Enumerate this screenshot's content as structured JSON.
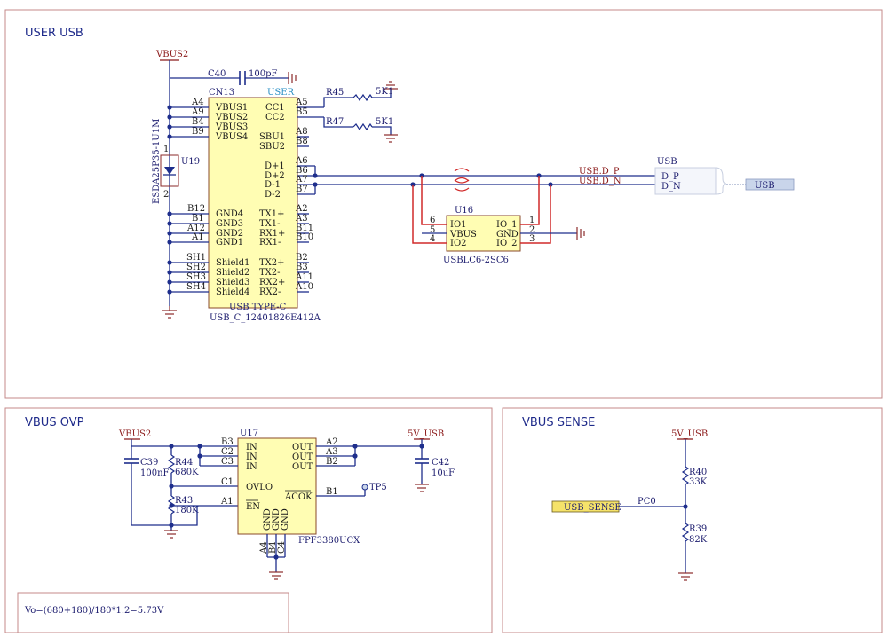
{
  "sections": {
    "user_usb": "USER USB",
    "vbus_ovp": "VBUS OVP",
    "vbus_sense": "VBUS SENSE"
  },
  "nets": {
    "vbus2_top": "VBUS2",
    "vbus2_ovp": "VBUS2",
    "v5_usb_ovp": "5V_USB",
    "v5_usb_sense": "5V_USB",
    "usb_dp": "USB.D_P",
    "usb_dn": "USB.D_N",
    "pc0": "PC0"
  },
  "ports": {
    "usb_header": "USB",
    "usb_port": "USB",
    "d_p": "D_P",
    "d_n": "D_N",
    "usb_sense": "USB_SENSE",
    "tp5": "TP5"
  },
  "cn13": {
    "ref": "CN13",
    "user": "USER",
    "value": "USB TYPE-C",
    "part": "USB_C_12401826E412A",
    "left_pins": [
      {
        "num": "A4",
        "name": "VBUS1"
      },
      {
        "num": "A9",
        "name": "VBUS2"
      },
      {
        "num": "B4",
        "name": "VBUS3"
      },
      {
        "num": "B9",
        "name": "VBUS4"
      },
      {
        "num": "B12",
        "name": "GND4"
      },
      {
        "num": "B1",
        "name": "GND3"
      },
      {
        "num": "A12",
        "name": "GND2"
      },
      {
        "num": "A1",
        "name": "GND1"
      },
      {
        "num": "SH1",
        "name": "Shield1"
      },
      {
        "num": "SH2",
        "name": "Shield2"
      },
      {
        "num": "SH3",
        "name": "Shield3"
      },
      {
        "num": "SH4",
        "name": "Shield4"
      }
    ],
    "right_pins": [
      {
        "num": "A5",
        "name": "CC1"
      },
      {
        "num": "B5",
        "name": "CC2"
      },
      {
        "num": "A8",
        "name": "SBU1"
      },
      {
        "num": "B8",
        "name": "SBU2"
      },
      {
        "num": "A6",
        "name": "D+1"
      },
      {
        "num": "B6",
        "name": "D+2"
      },
      {
        "num": "A7",
        "name": "D-1"
      },
      {
        "num": "B7",
        "name": "D-2"
      },
      {
        "num": "A2",
        "name": "TX1+"
      },
      {
        "num": "A3",
        "name": "TX1-"
      },
      {
        "num": "B11",
        "name": "RX1+"
      },
      {
        "num": "B10",
        "name": "RX1-"
      },
      {
        "num": "B2",
        "name": "TX2+"
      },
      {
        "num": "B3",
        "name": "TX2-"
      },
      {
        "num": "A11",
        "name": "RX2+"
      },
      {
        "num": "A10",
        "name": "RX2-"
      }
    ]
  },
  "c40": {
    "ref": "C40",
    "value": "100pF"
  },
  "r45": {
    "ref": "R45",
    "value": "5K1"
  },
  "r47": {
    "ref": "R47",
    "value": "5K1"
  },
  "u19": {
    "ref": "U19",
    "part": "ESDA25P35-1U1M",
    "pin1": "1",
    "pin2": "2"
  },
  "u16": {
    "ref": "U16",
    "part": "USBLC6-2SC6",
    "left_pins": [
      {
        "num": "6",
        "name": "IO1"
      },
      {
        "num": "5",
        "name": "VBUS"
      },
      {
        "num": "4",
        "name": "IO2"
      }
    ],
    "right_pins": [
      {
        "num": "1",
        "name": "IO_1"
      },
      {
        "num": "2",
        "name": "GND"
      },
      {
        "num": "3",
        "name": "IO_2"
      }
    ]
  },
  "u17": {
    "ref": "U17",
    "part": "FPF3380UCX",
    "in_pins": [
      {
        "num": "B3",
        "name": "IN"
      },
      {
        "num": "C2",
        "name": "IN"
      },
      {
        "num": "C3",
        "name": "IN"
      }
    ],
    "ovlo": {
      "num": "C1",
      "name": "OVLO"
    },
    "en": {
      "num": "A1",
      "name": "EN"
    },
    "out_pins": [
      {
        "num": "A2",
        "name": "OUT"
      },
      {
        "num": "A3",
        "name": "OUT"
      },
      {
        "num": "B2",
        "name": "OUT"
      }
    ],
    "acok": {
      "num": "B1",
      "name": "ACOK"
    },
    "gnd_pins": [
      {
        "num": "A4",
        "name": "GND"
      },
      {
        "num": "B4",
        "name": "GND"
      },
      {
        "num": "C4",
        "name": "GND"
      }
    ]
  },
  "c39": {
    "ref": "C39",
    "value": "100nF"
  },
  "r44": {
    "ref": "R44",
    "value": "680K"
  },
  "r43": {
    "ref": "R43",
    "value": "180K"
  },
  "c42": {
    "ref": "C42",
    "value": "10uF"
  },
  "r40": {
    "ref": "R40",
    "value": "33K"
  },
  "r39": {
    "ref": "R39",
    "value": "82K"
  },
  "note": "Vo=(680+180)/180*1.2=5.73V",
  "colors": {
    "wire": "#1e2e8c",
    "highlight_wire": "#d12a2a",
    "component_body": "#fffdb3",
    "frame": "#c48a8a",
    "power_net": "#8b1a1a",
    "port_fill": "#f5e26a"
  }
}
